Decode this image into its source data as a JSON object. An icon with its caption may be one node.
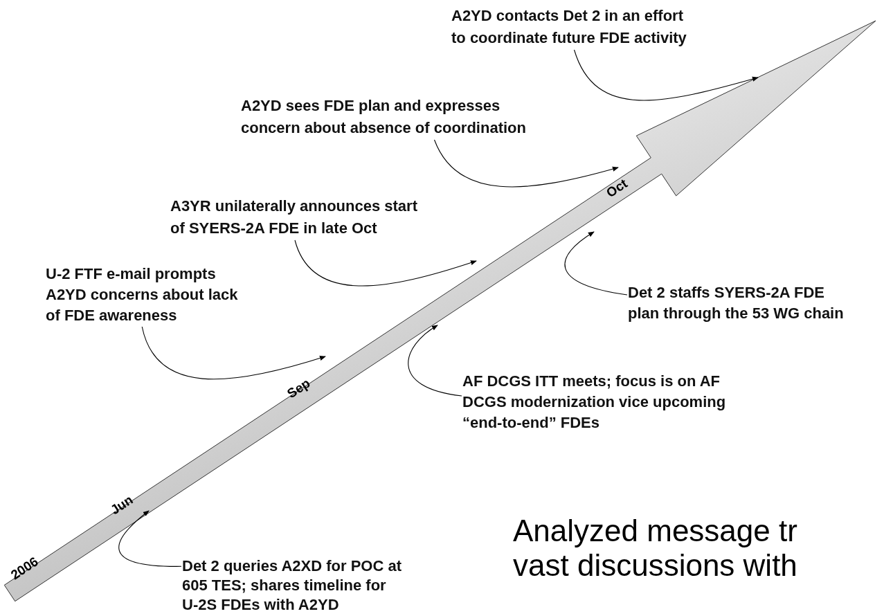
{
  "diagram": {
    "nodes": [
      {
        "text": [
          "A2YD contacts Det 2 in an effort to coordinate future FDE activity"
        ]
      },
      {
        "text": [
          "A2YD sees FDE plan and expresses concern about absence of coordination"
        ]
      },
      {
        "text": [
          "A3YR unilaterally announces start of SYERS-2A FDE in late Oct"
        ]
      },
      {
        "text": [
          "U-2 FTF e-mail prompts A2YD concerns about lack of FDE awareness"
        ]
      },
      {
        "text": [
          "Det 2 staffs SYERS-2A FDE plan through the 53 WG chain"
        ]
      },
      {
        "text": [
          "AF DCGS ITT meets; focus is on AF DCGS modernization vice upcoming “end-to-end” FDEs"
        ]
      },
      {
        "text": [
          "Det 2 queries A2XD for POC at 605 TES; shares timeline for U-2S FDEs with A2YD"
        ]
      },
      {
        "text": [
          "2006",
          "Jun",
          "Sep",
          "Oct"
        ]
      }
    ],
    "edges": [
      {
        "from": 0,
        "to": 7,
        "arrow": "to"
      },
      {
        "from": 1,
        "to": 7,
        "arrow": "to"
      },
      {
        "from": 2,
        "to": 7,
        "arrow": "to"
      },
      {
        "from": 3,
        "to": 7,
        "arrow": "to"
      },
      {
        "from": 4,
        "to": 7,
        "arrow": "to"
      },
      {
        "from": 5,
        "to": 7,
        "arrow": "to"
      },
      {
        "from": 6,
        "to": 7,
        "arrow": "to"
      }
    ],
    "labels": [
      "Analyzed message tr",
      "vast discussions with"
    ]
  }
}
